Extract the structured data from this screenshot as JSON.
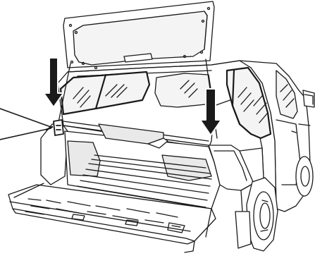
{
  "figure": {
    "subject": "pickup-truck-canopy",
    "parts": [
      "raised-rear-glass-door",
      "canopy-shell",
      "truck-cab",
      "cargo-bed",
      "lowered-tailgate",
      "rear-wheel",
      "front-wheel",
      "side-mirror",
      "support-strut"
    ],
    "callouts": [
      {
        "name": "leader-line",
        "target": "latch-mechanism"
      },
      {
        "name": "arrow-down-left",
        "meaning": "close-downward"
      },
      {
        "name": "arrow-down-right",
        "meaning": "close-downward"
      }
    ]
  },
  "colors": {
    "stroke": "#1a1a1a",
    "fill": "#ffffff",
    "shade": "#e9e9e9",
    "glass": "#f4f4f4",
    "arrow": "#1a1a1a"
  }
}
